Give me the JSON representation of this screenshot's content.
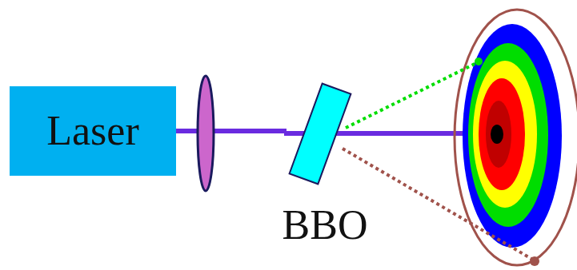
{
  "diagram": {
    "nodes": [
      {
        "text": [
          "Laser"
        ]
      },
      {
        "text": [
          "BBO"
        ]
      }
    ],
    "edges": [
      {
        "from": 0,
        "to": 1,
        "arrow": "none"
      }
    ]
  }
}
